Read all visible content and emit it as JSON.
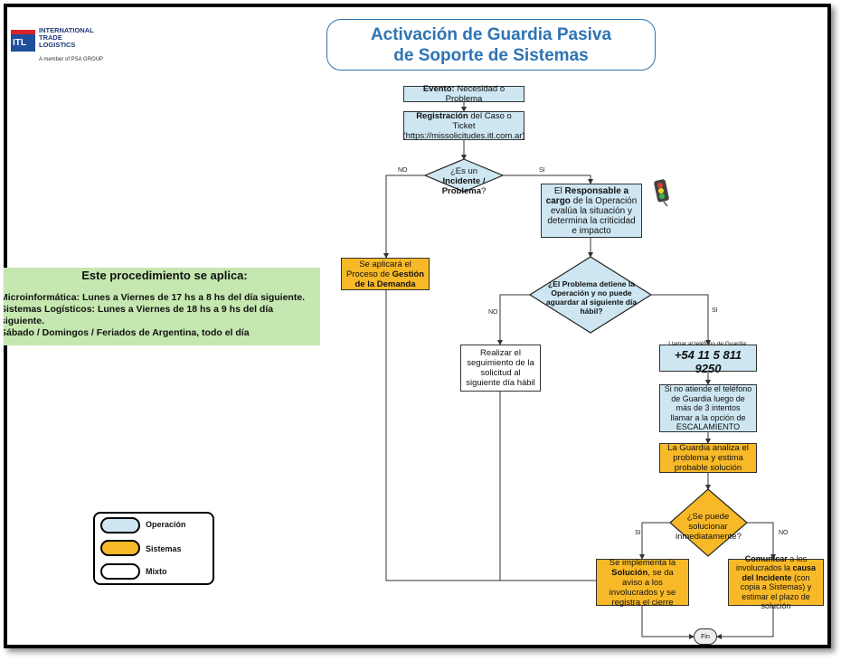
{
  "logo": {
    "badge": "ITL",
    "line1": "INTERNATIONAL",
    "line2": "TRADE",
    "line3": "LOGISTICS",
    "tagline": "A member of PSA GROUP"
  },
  "title": {
    "line1": "Activación de Guardia Pasiva",
    "line2": "de Soporte de Sistemas"
  },
  "scope": {
    "heading": "Este procedimiento se aplica:",
    "line1": "Microinformática: Lunes a Viernes de 17 hs a 8 hs del día siguiente.",
    "line2": "Sistemas Logísticos: Lunes a Viernes de 18 hs a 9 hs del día siguiente.",
    "line3": "Sábado / Domingos / Feriados de Argentina, todo el día"
  },
  "nodes": {
    "evento_b": "Evento:",
    "evento_t": " Necesidad o Problema",
    "registro_b": "Registración",
    "registro_t1": " del Caso o Ticket",
    "registro_t2": "(https://missolicitudes.itl.com.ar)",
    "d1_a": "¿Es un ",
    "d1_b": "Incidente /",
    "d1_c": "Problema",
    "d1_d": "?",
    "resp_a": "El ",
    "resp_b": "Responsable a cargo",
    "resp_c": " de la Operación evalúa la situación y determina la criticidad e impacto",
    "gestion_a": "Se aplicará el Proceso de ",
    "gestion_b": "Gestión de la Demanda",
    "d2": "¿El Problema detiene la Operación y no puede aguardar al siguiente día hábil?",
    "seguimiento": "Realizar el seguimiento de la solicitud al siguiente día hábil",
    "llamar_small": "Llamar al teléfono de Guardia:",
    "llamar_phone": "+54 11 5 811 9250",
    "escalar": "Si no atiende el teléfono de Guardia luego de más de 3 intentos llamar a la opción de ESCALAMIENTO",
    "analiza": "La Guardia analiza el problema y estima probable solución",
    "d3": "¿Se puede solucionar inmediatamente?",
    "impl_a": "Se implementa la ",
    "impl_b": "Solución",
    "impl_c": ", se da aviso a los involucrados y se registra el cierre",
    "com_a": "Comunicar",
    "com_b": " a los involucrados la ",
    "com_c": "causa del Incidente",
    "com_d": " (con copia a Sistemas) y estimar el plazo de solución",
    "fin": "Fin"
  },
  "edge_labels": {
    "d1_no": "NO",
    "d1_si": "SI",
    "d2_no": "NO",
    "d2_si": "SI",
    "d3_si": "SI",
    "d3_no": "NO"
  },
  "legend": [
    {
      "label": "Operación",
      "color": "#cde6f2"
    },
    {
      "label": "Sistemas",
      "color": "#f7b928"
    },
    {
      "label": "Mixto",
      "color": "#ffffff"
    }
  ],
  "colors": {
    "title": "#2e74b5",
    "operacion": "#cde6f2",
    "sistemas": "#f7b928",
    "scope_bg": "#c5e8b0"
  }
}
